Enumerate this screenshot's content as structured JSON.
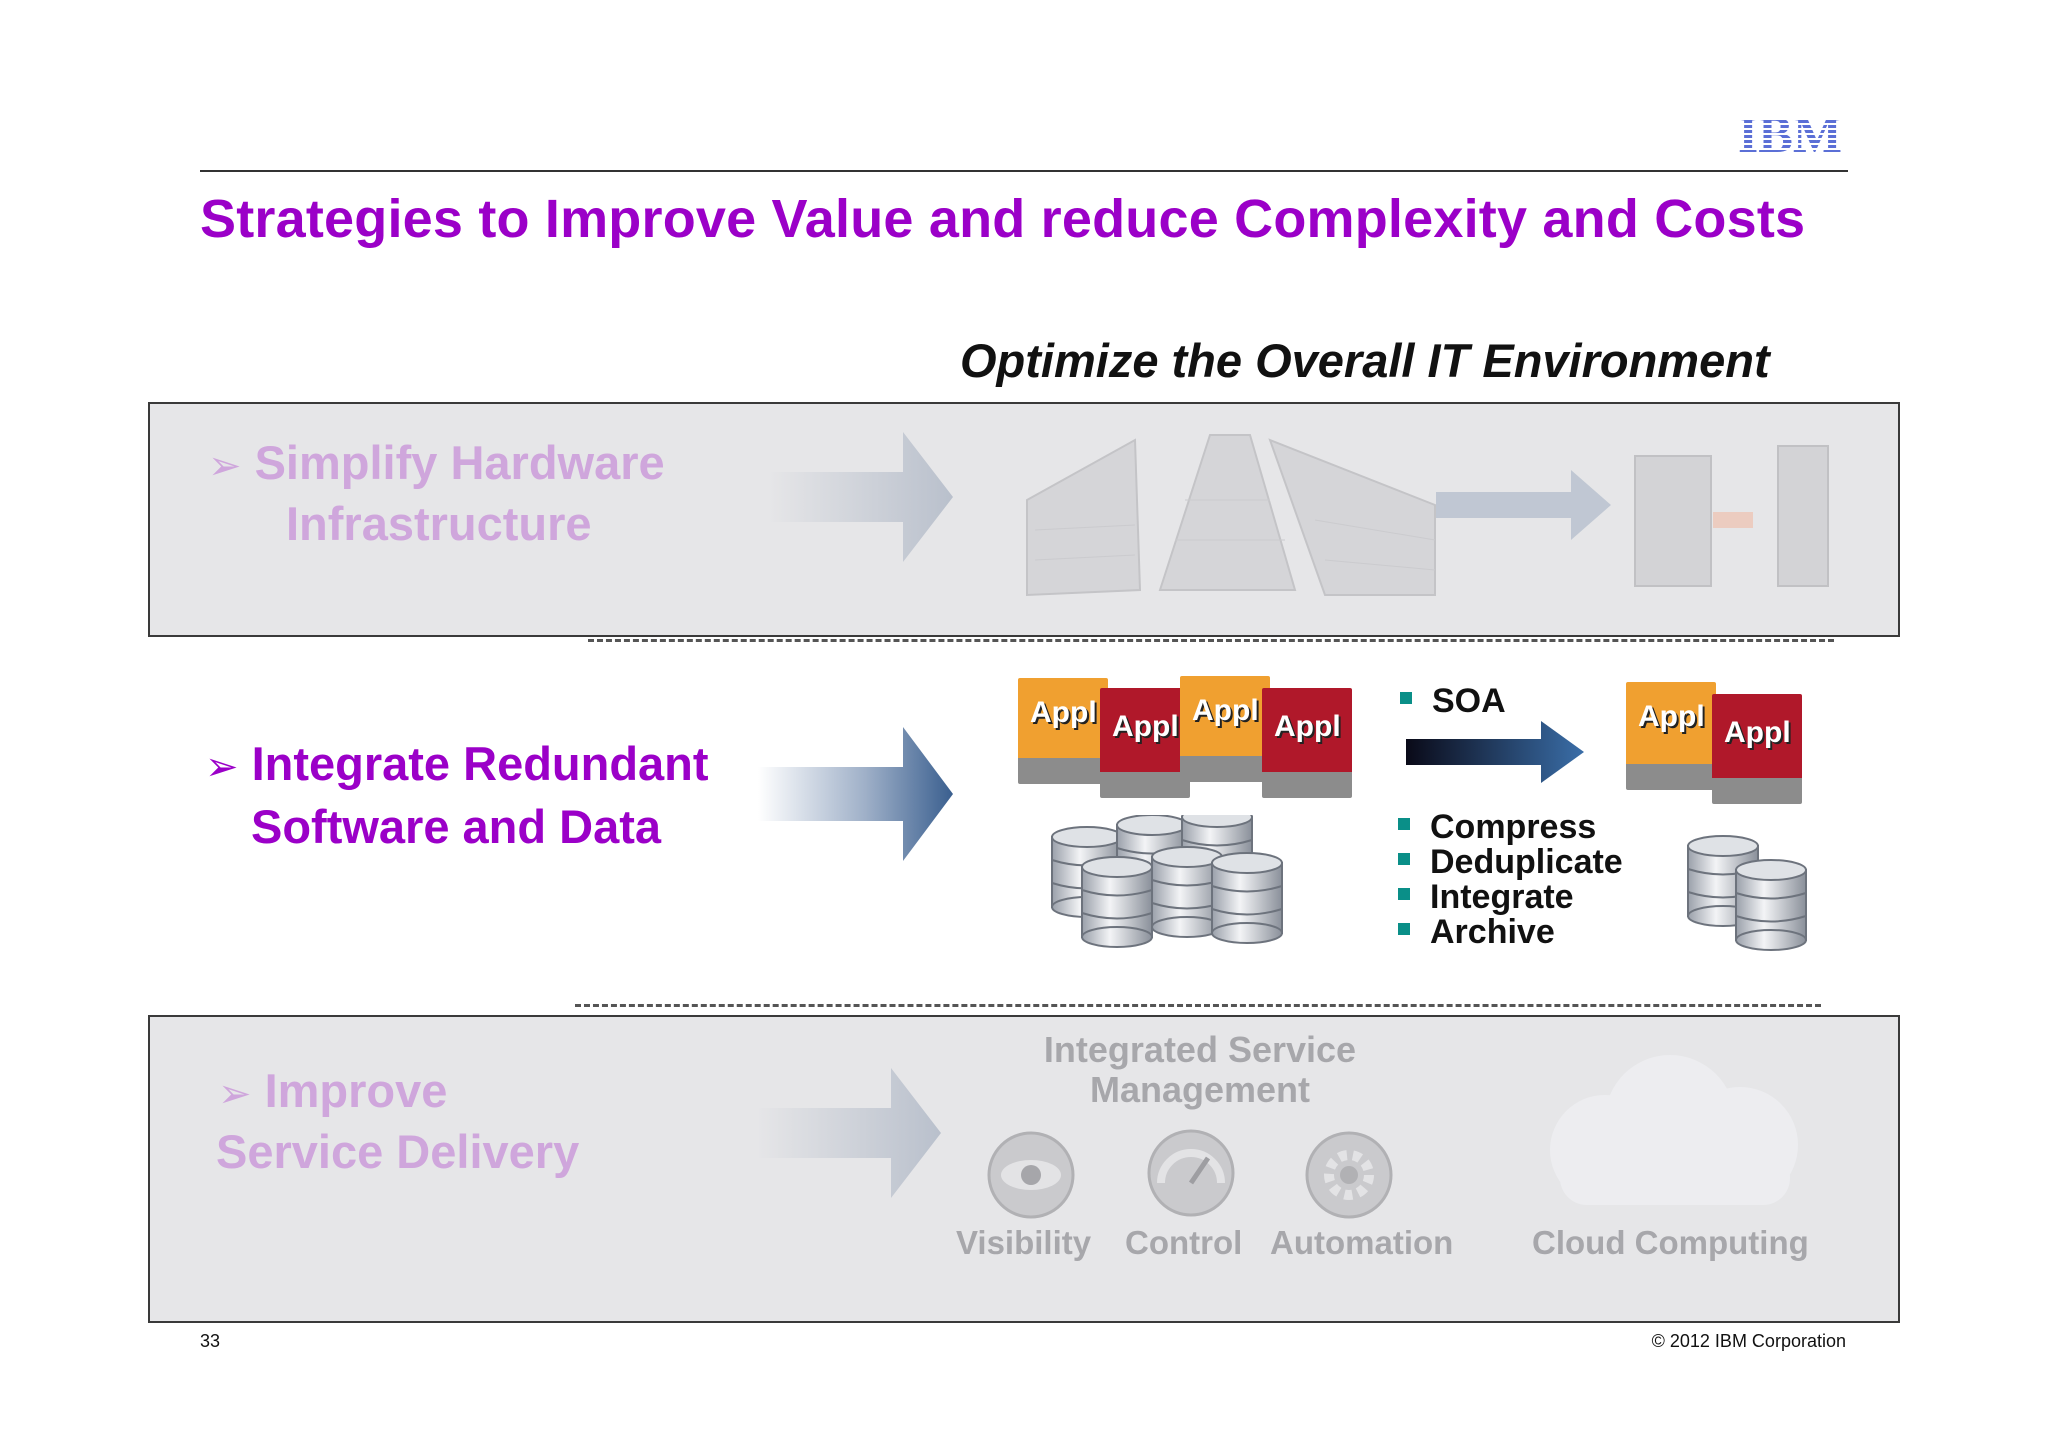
{
  "header": {
    "logo_text": "IBM",
    "title": "Strategies to Improve Value and reduce Complexity and Costs",
    "subtitle": "Optimize the Overall IT Environment"
  },
  "section_hardware": {
    "line1": "Simplify Hardware",
    "line2": "Infrastructure"
  },
  "section_software": {
    "line1": "Integrate Redundant",
    "line2": "Software and Data",
    "appl_label": "Appl",
    "soa_label": "SOA",
    "actions": [
      "Compress",
      "Deduplicate",
      "Integrate",
      "Archive"
    ]
  },
  "section_service": {
    "line1": "Improve",
    "line2": "Service Delivery",
    "ism_line1": "Integrated Service",
    "ism_line2": "Management",
    "icons": [
      "Visibility",
      "Control",
      "Automation"
    ],
    "cloud_label": "Cloud Computing"
  },
  "footer": {
    "page_number": "33",
    "copyright": "© 2012 IBM Corporation"
  },
  "colors": {
    "title": "#9b00c8",
    "faded_title": "#cfa6dc",
    "appl_orange": "#f0a030",
    "appl_red": "#b0182a",
    "bullet_teal": "#0a8f88",
    "arrow_blue": "#3a5f8f"
  }
}
